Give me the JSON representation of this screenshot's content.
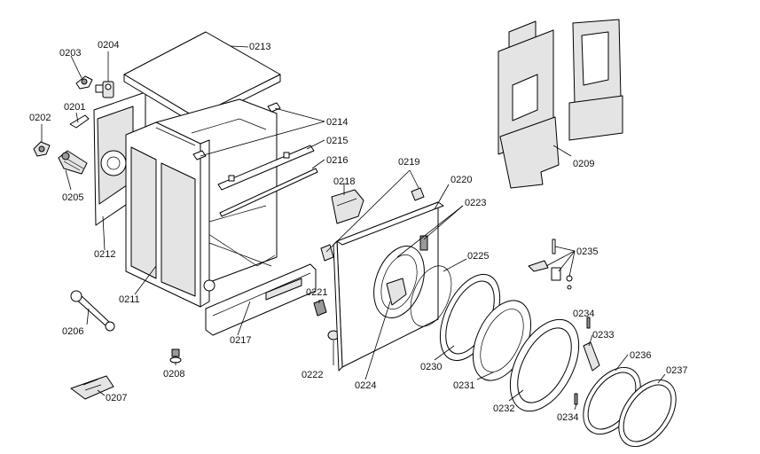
{
  "diagram": {
    "labels": {
      "l0202": "0202",
      "l0203": "0203",
      "l0204": "0204",
      "l0201": "0201",
      "l0205": "0205",
      "l0212": "0212",
      "l0213": "0213",
      "l0214": "0214",
      "l0215": "0215",
      "l0216": "0216",
      "l0211": "0211",
      "l0206": "0206",
      "l0217": "0217",
      "l0208": "0208",
      "l0207": "0207",
      "l0218": "0218",
      "l0219": "0219",
      "l0220": "0220",
      "l0223": "0223",
      "l0225": "0225",
      "l0221": "0221",
      "l0222": "0222",
      "l0224": "0224",
      "l0230": "0230",
      "l0231": "0231",
      "l0232": "0232",
      "l0209": "0209",
      "l0235": "0235",
      "l0234a": "0234",
      "l0233": "0233",
      "l0236": "0236",
      "l0237": "0237",
      "l0234b": "0234"
    }
  }
}
